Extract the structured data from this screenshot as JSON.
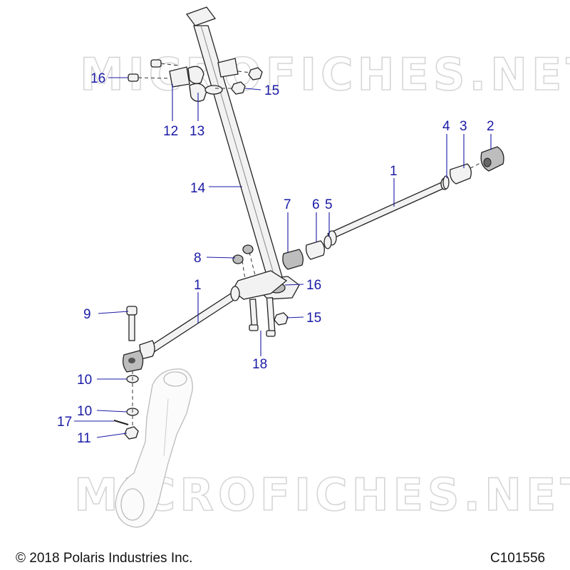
{
  "watermark": "MICROFICHES.NET",
  "footer": {
    "copyright": "© 2018 Polaris Industries Inc.",
    "diagram_code": "C101556"
  },
  "callouts": {
    "c1a": "1",
    "c1b": "1",
    "c2": "2",
    "c3": "3",
    "c4": "4",
    "c5": "5",
    "c6": "6",
    "c7": "7",
    "c8": "8",
    "c9": "9",
    "c10a": "10",
    "c10b": "10",
    "c11": "11",
    "c12": "12",
    "c13": "13",
    "c14": "14",
    "c15a": "15",
    "c15b": "15",
    "c16a": "16",
    "c16b": "16",
    "c17": "17",
    "c18": "18"
  },
  "colors": {
    "callout": "#1a1aa6",
    "linework": "#222222",
    "watermark": "#d6d6d6"
  }
}
